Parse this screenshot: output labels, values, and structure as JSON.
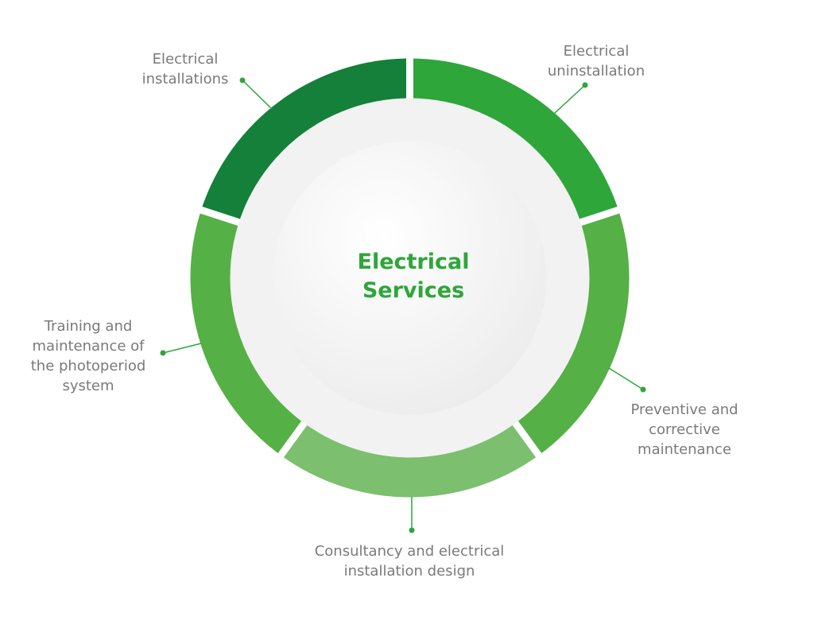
{
  "title": {
    "line1": "Electrical",
    "line2": "Services"
  },
  "segments": [
    {
      "label_lines": [
        "Electrical",
        "uninstallation"
      ],
      "color": "#2ea63a"
    },
    {
      "label_lines": [
        "Preventive and",
        "corrective",
        "maintenance"
      ],
      "color": "#55b045"
    },
    {
      "label_lines": [
        "Consultancy and electrical",
        "installation design"
      ],
      "color": "#7cbf6e"
    },
    {
      "label_lines": [
        "Training and",
        "maintenance of",
        "the photoperiod",
        "system"
      ],
      "color": "#55b045"
    },
    {
      "label_lines": [
        "Electrical",
        "installations"
      ],
      "color": "#14803a"
    }
  ],
  "colors": {
    "accent": "#2ea63a",
    "label_text": "#7a7a7a",
    "leader": "#2ea63a"
  }
}
